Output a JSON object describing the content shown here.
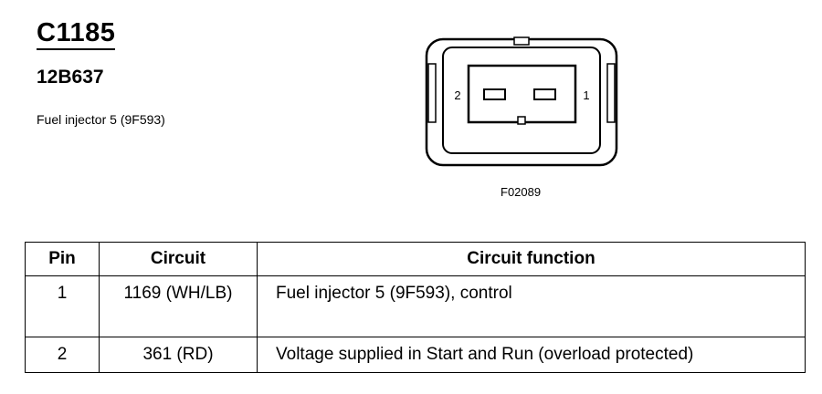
{
  "header": {
    "connector_id": "C1185",
    "part_number": "12B637",
    "description": "Fuel injector 5 (9F593)"
  },
  "diagram": {
    "pin_labels": [
      "2",
      "1"
    ],
    "figure_code": "F02089"
  },
  "table": {
    "headers": {
      "pin": "Pin",
      "circuit": "Circuit",
      "function": "Circuit function"
    },
    "rows": [
      {
        "pin": "1",
        "circuit": "1169 (WH/LB)",
        "function": "Fuel injector 5 (9F593), control"
      },
      {
        "pin": "2",
        "circuit": "361 (RD)",
        "function": "Voltage supplied in Start and Run (overload protected)"
      }
    ]
  }
}
